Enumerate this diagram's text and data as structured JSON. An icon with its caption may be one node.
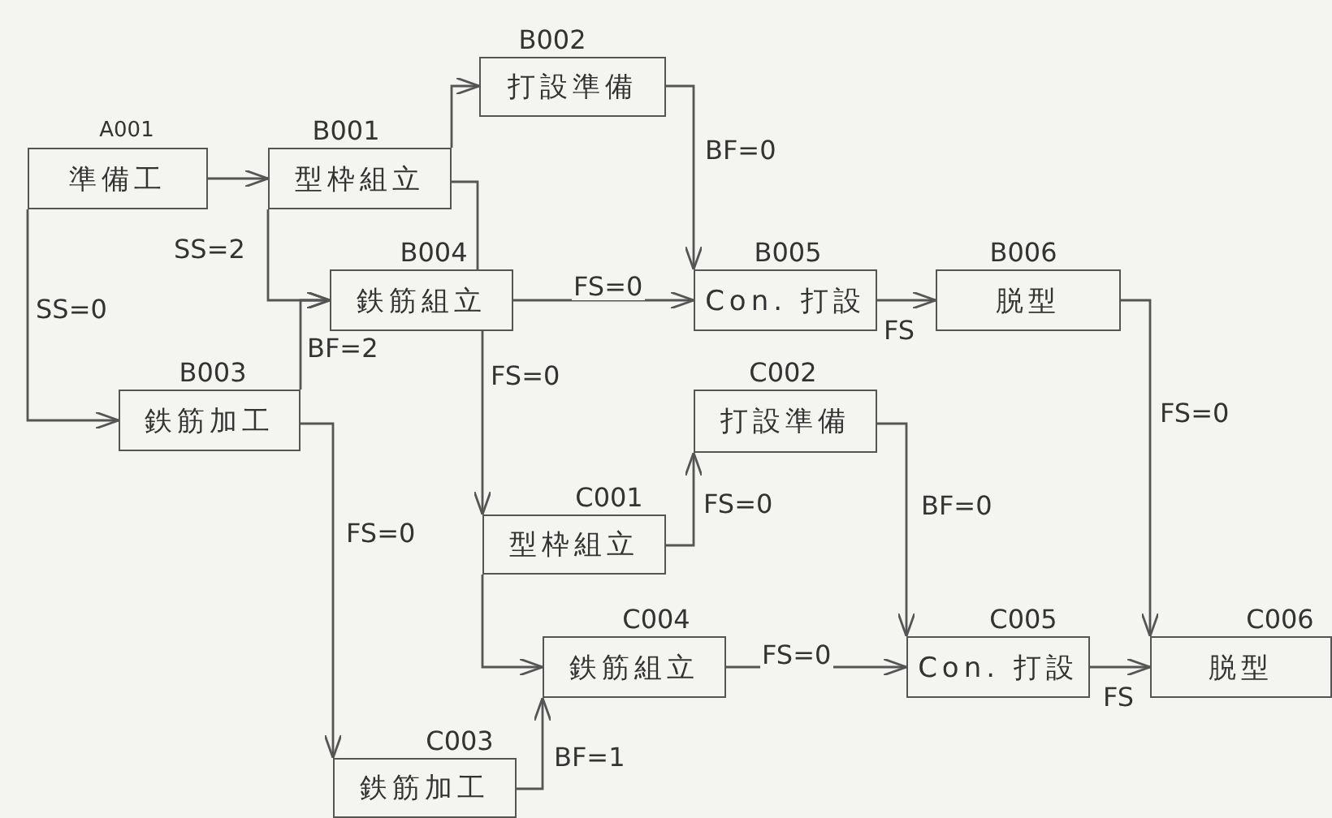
{
  "diagram": {
    "nodes": [
      {
        "text": [
          "A001",
          "準備工"
        ]
      },
      {
        "text": [
          "B001",
          "型枠組立"
        ]
      },
      {
        "text": [
          "B002",
          "打設準備"
        ]
      },
      {
        "text": [
          "B003",
          "鉄筋加工"
        ]
      },
      {
        "text": [
          "B004",
          "鉄筋組立"
        ]
      },
      {
        "text": [
          "B005",
          "Con. 打設"
        ]
      },
      {
        "text": [
          "B006",
          "脱型"
        ]
      },
      {
        "text": [
          "C001",
          "型枠組立"
        ]
      },
      {
        "text": [
          "C002",
          "打設準備"
        ]
      },
      {
        "text": [
          "C003",
          "鉄筋加工"
        ]
      },
      {
        "text": [
          "C004",
          "鉄筋組立"
        ]
      },
      {
        "text": [
          "C005",
          "Con. 打設"
        ]
      },
      {
        "text": [
          "C006",
          "脱型"
        ]
      }
    ],
    "edges": [
      {
        "from": 0,
        "to": 1,
        "arrow": "to"
      },
      {
        "from": 0,
        "to": 3,
        "arrow": "to",
        "label": "SS=0"
      },
      {
        "from": 1,
        "to": 2,
        "arrow": "to"
      },
      {
        "from": 1,
        "to": 4,
        "arrow": "to",
        "label": "SS=2"
      },
      {
        "from": 1,
        "to": 4,
        "arrow": "none"
      },
      {
        "from": 3,
        "to": 4,
        "arrow": "to",
        "label": "BF=2"
      },
      {
        "from": 2,
        "to": 5,
        "arrow": "to",
        "label": "BF=0"
      },
      {
        "from": 4,
        "to": 5,
        "arrow": "to",
        "label": "FS=0"
      },
      {
        "from": 4,
        "to": 7,
        "arrow": "to",
        "label": "FS=0"
      },
      {
        "from": 5,
        "to": 6,
        "arrow": "to",
        "label": "FS"
      },
      {
        "from": 6,
        "to": 12,
        "arrow": "to",
        "label": "FS=0"
      },
      {
        "from": 7,
        "to": 8,
        "arrow": "to",
        "label": "FS=0"
      },
      {
        "from": 7,
        "to": 10,
        "arrow": "to"
      },
      {
        "from": 3,
        "to": 9,
        "arrow": "to",
        "label": "FS=0"
      },
      {
        "from": 9,
        "to": 10,
        "arrow": "to",
        "label": "BF=1"
      },
      {
        "from": 8,
        "to": 11,
        "arrow": "to",
        "label": "BF=0"
      },
      {
        "from": 10,
        "to": 11,
        "arrow": "to",
        "label": "FS=0"
      },
      {
        "from": 11,
        "to": 12,
        "arrow": "to",
        "label": "FS"
      }
    ]
  }
}
